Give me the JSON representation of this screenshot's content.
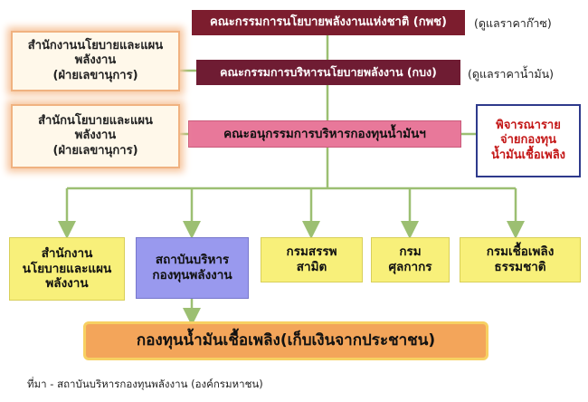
{
  "committees": {
    "npc": "คณะกรรมการนโยบายพลังงานแห่งชาติ (กพช)",
    "npc_note": "(ดูแลราคาก๊าซ)",
    "epc": "คณะกรรมการบริหารนโยบายพลังงาน (กบง)",
    "epc_note": "(ดูแลราคาน้ำมัน)",
    "subcommittee": "คณะอนุกรรมการบริหารกองทุนน้ำมันฯ"
  },
  "offices": [
    {
      "name": "สำนักงานนโยบายและแผนพลังงาน",
      "role": "(ฝ่ายเลขานุการ)"
    },
    {
      "name": "สำนักนโยบายและแผนพลังงาน",
      "role": "(ฝ่ายเลขานุการ)"
    }
  ],
  "consideration": "พิจารณารายจ่ายกองทุนน้ำมันเชื้อเพลิง",
  "departments": [
    "สำนักงานนโยบายและแผนพลังงาน",
    "สถาบันบริหารกองทุนพลังงาน",
    "กรมสรรพสามิต",
    "กรมศุลกากร",
    "กรมเชื้อเพลิงธรรมชาติ"
  ],
  "fund": "กองทุนน้ำมันเชื้อเพลิง(เก็บเงินจากประชาชน)",
  "source": "ที่มา - สถาบันบริหารกองทุนพลังงาน (องค์กรมหาชน)",
  "colors": {
    "committee_dark": "#7c1d2e",
    "subcommittee_pink": "#e8789a",
    "office_orange": "#f0b280",
    "department_yellow": "#f8f07a",
    "institute_purple": "#9999ee",
    "fund_orange": "#f3a55a",
    "consider_red": "#c41818",
    "line_green": "#9cbf72"
  }
}
